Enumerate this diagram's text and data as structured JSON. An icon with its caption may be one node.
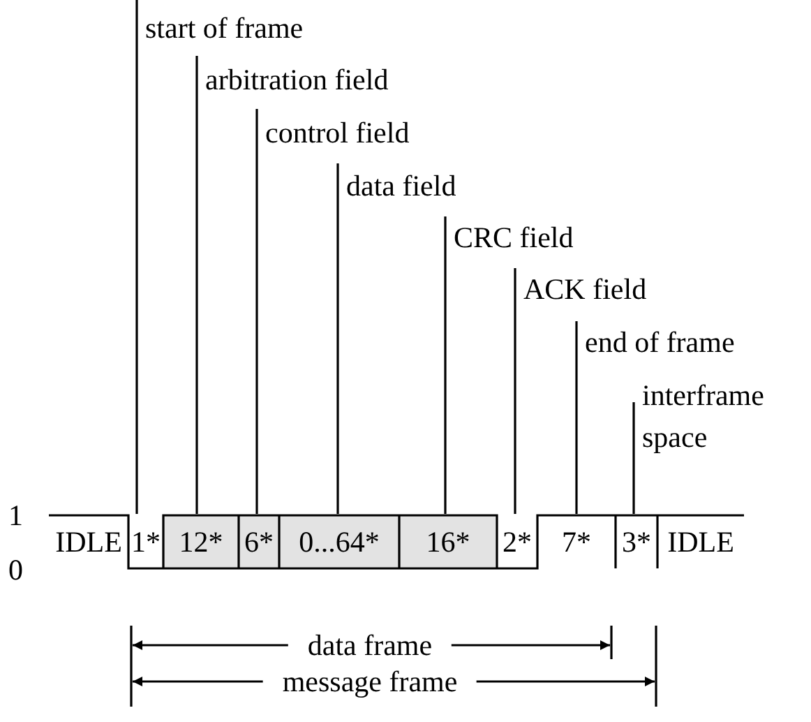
{
  "diagram": {
    "nodes": [
      {
        "text": [
          "start of frame"
        ]
      },
      {
        "text": [
          "arbitration field"
        ]
      },
      {
        "text": [
          "control field"
        ]
      },
      {
        "text": [
          "data field"
        ]
      },
      {
        "text": [
          "CRC field"
        ]
      },
      {
        "text": [
          "ACK field"
        ]
      },
      {
        "text": [
          "end of frame"
        ]
      },
      {
        "text": [
          "interframe space"
        ]
      },
      {
        "text": [
          "IDLE"
        ]
      },
      {
        "text": [
          "1*"
        ]
      },
      {
        "text": [
          "12*"
        ]
      },
      {
        "text": [
          "6*"
        ]
      },
      {
        "text": [
          "0...64*"
        ]
      },
      {
        "text": [
          "16*"
        ]
      },
      {
        "text": [
          "2*"
        ]
      },
      {
        "text": [
          "7*"
        ]
      },
      {
        "text": [
          "3*"
        ]
      },
      {
        "text": [
          "IDLE"
        ]
      }
    ],
    "edges": [
      {
        "from": 0,
        "to": 9,
        "arrow": "none"
      },
      {
        "from": 1,
        "to": 10,
        "arrow": "none"
      },
      {
        "from": 2,
        "to": 11,
        "arrow": "none"
      },
      {
        "from": 3,
        "to": 12,
        "arrow": "none"
      },
      {
        "from": 4,
        "to": 13,
        "arrow": "none"
      },
      {
        "from": 5,
        "to": 14,
        "arrow": "none"
      },
      {
        "from": 6,
        "to": 15,
        "arrow": "none"
      },
      {
        "from": 7,
        "to": 16,
        "arrow": "none"
      }
    ],
    "labels": [
      "1",
      "0",
      "data frame",
      "message frame"
    ]
  }
}
